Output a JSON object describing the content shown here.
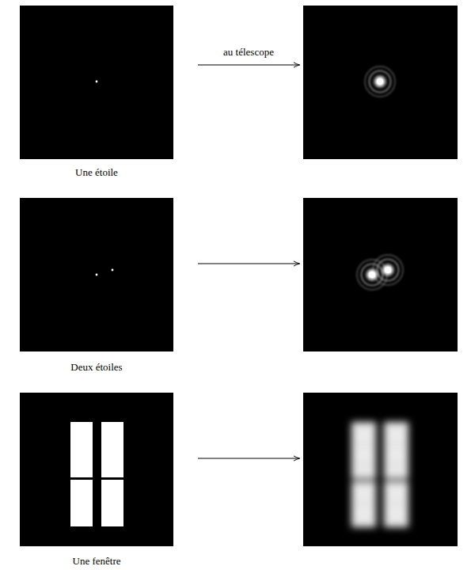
{
  "diagram": {
    "labels": [
      "au télescope",
      "Une étoile",
      "Deux étoiles",
      "Une fenêtre"
    ]
  }
}
